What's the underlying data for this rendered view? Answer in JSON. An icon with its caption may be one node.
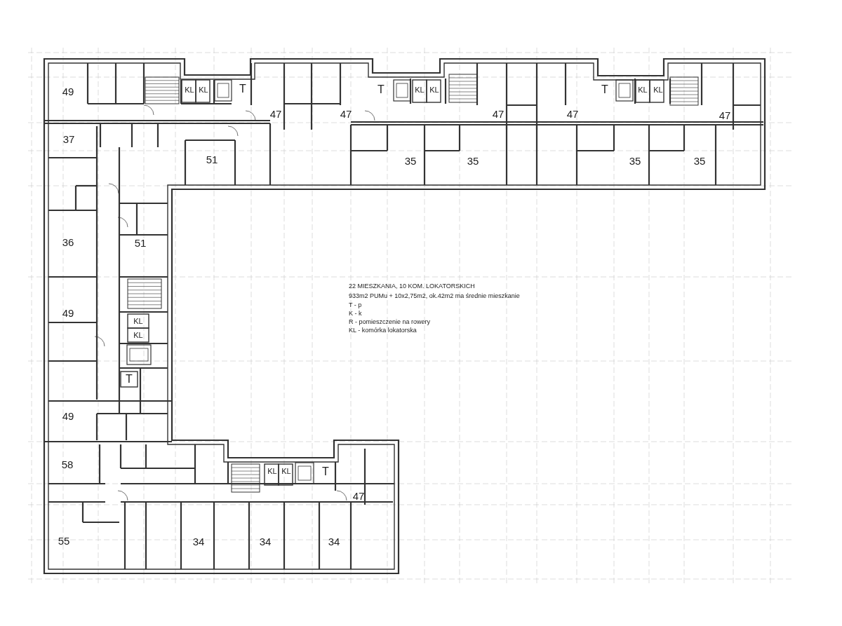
{
  "diagram": {
    "labels": [
      "49",
      "KL",
      "KL",
      "T",
      "T",
      "KL",
      "KL",
      "T",
      "KL",
      "KL",
      "47",
      "47",
      "47",
      "47",
      "47",
      "37",
      "51",
      "35",
      "35",
      "35",
      "35",
      "36",
      "51",
      "22 MIESZKANIA, 10 KOM. LOKATORSKICH",
      "933m2 PUMu + 10x2,75m2, ok.42m2 ma średnie mieszkanie",
      "T - p",
      "K - k",
      "R - pomieszczenie na rowery",
      "KL - komórka lokatorska",
      "49",
      "KL",
      "KL",
      "T",
      "49",
      "58",
      "KL",
      "KL",
      "T",
      "47",
      "55",
      "34",
      "34",
      "34"
    ]
  }
}
